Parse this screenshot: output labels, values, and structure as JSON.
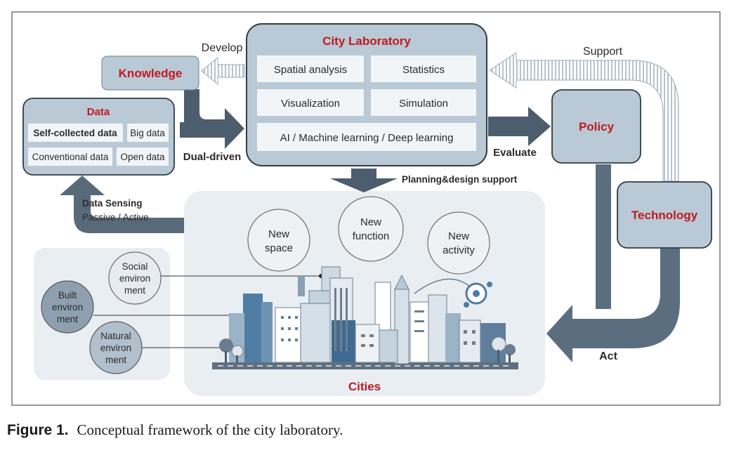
{
  "figure": {
    "lab": {
      "title": "City Laboratory",
      "cells": [
        "Spatial analysis",
        "Statistics",
        "Visualization",
        "Simulation",
        "AI / Machine learning / Deep learning"
      ]
    },
    "knowledge": "Knowledge",
    "develop": "Develop",
    "support": "Support",
    "data": {
      "title": "Data",
      "cells": [
        "Self-collected data",
        "Big data",
        "Conventional data",
        "Open data"
      ]
    },
    "dual_driven": "Dual-driven",
    "evaluate": "Evaluate",
    "policy": "Policy",
    "planning_support": "Planning&design support",
    "data_sensing": {
      "title": "Data Sensing",
      "sub": "Passive / Active"
    },
    "technology": "Technology",
    "act": "Act",
    "bubbles": [
      {
        "line1": "New",
        "line2": "space"
      },
      {
        "line1": "New",
        "line2": "function"
      },
      {
        "line1": "New",
        "line2": "activity"
      }
    ],
    "environments": [
      {
        "line1": "Social",
        "line2": "environ",
        "line3": "ment"
      },
      {
        "line1": "Built",
        "line2": "environ",
        "line3": "ment"
      },
      {
        "line1": "Natural",
        "line2": "environ",
        "line3": "ment"
      }
    ],
    "cities": "Cities",
    "colors": {
      "accent_red": "#c0191f",
      "arrow_dark": "#4c5d6d",
      "panel": "#e9eef3",
      "box": "#b9c9d6"
    }
  },
  "caption": {
    "label": "Figure 1.",
    "text": "Conceptual framework of the city laboratory."
  }
}
